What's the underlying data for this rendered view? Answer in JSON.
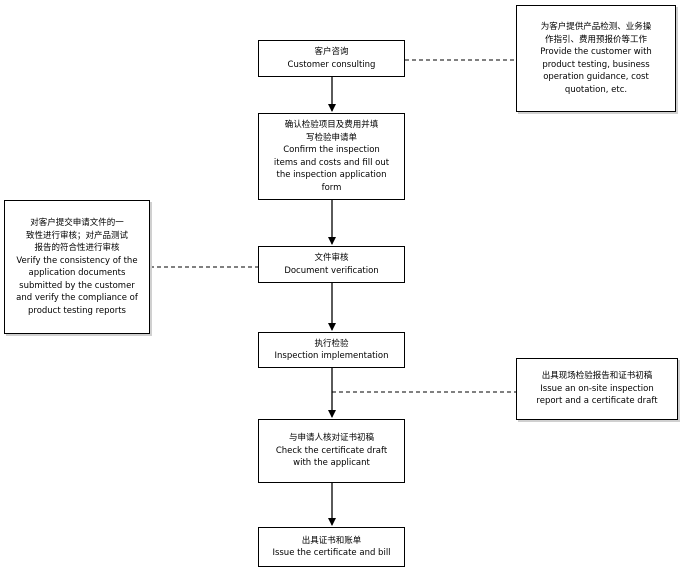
{
  "steps": [
    {
      "zh": "客户咨询",
      "en": "Customer consulting"
    },
    {
      "zh": "确认检验项目及费用并填\n写检验申请单",
      "en": "Confirm the inspection\nitems and costs and fill out\nthe inspection application\nform"
    },
    {
      "zh": "文件审核",
      "en": "Document verification"
    },
    {
      "zh": "执行检验",
      "en": "Inspection implementation"
    },
    {
      "zh": "与申请人核对证书初稿",
      "en": "Check the certificate draft\nwith the applicant"
    },
    {
      "zh": "出具证书和账单",
      "en": "Issue the certificate and bill"
    }
  ],
  "notes": [
    {
      "zh": "为客户提供产品检测、业务操\n作指引、费用预报价等工作",
      "en": "Provide the customer with\nproduct testing, business\noperation guidance, cost\nquotation, etc."
    },
    {
      "zh": "对客户提交申请文件的一\n致性进行审核；对产品测试\n报告的符合性进行审核",
      "en": "Verify the consistency of the\napplication documents\nsubmitted by the customer\nand verify the compliance of\nproduct testing reports"
    },
    {
      "zh": "出具现场检验报告和证书初稿",
      "en": "Issue an on-site inspection\nreport and a certificate draft"
    }
  ]
}
